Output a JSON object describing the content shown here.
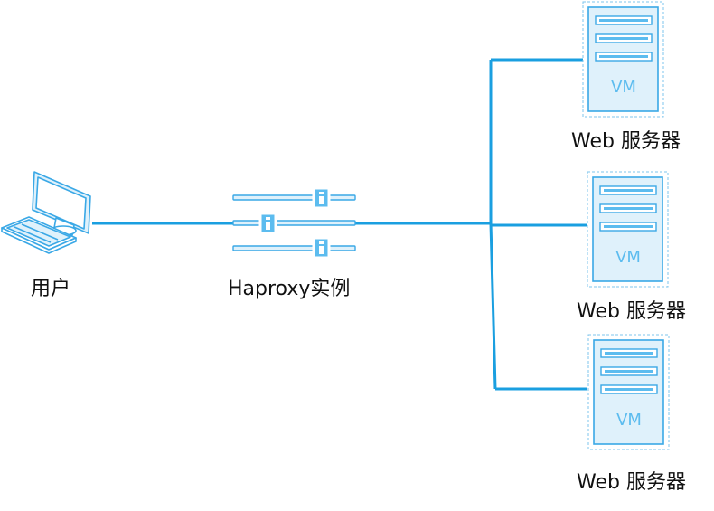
{
  "colors": {
    "line": "#1a9fe0",
    "icon_stroke": "#3aa8e6",
    "icon_fill": "#dff1fb",
    "vm_text": "#5cbcef",
    "text": "#111111"
  },
  "nodes": {
    "user": {
      "label": "用户",
      "icon": "desktop-computer-icon"
    },
    "haproxy": {
      "label": "Haproxy实例",
      "icon": "load-balancer-icon"
    },
    "servers": [
      {
        "label": "Web 服务器",
        "vm_text": "VM",
        "icon": "server-rack-icon"
      },
      {
        "label": "Web 服务器",
        "vm_text": "VM",
        "icon": "server-rack-icon"
      },
      {
        "label": "Web 服务器",
        "vm_text": "VM",
        "icon": "server-rack-icon"
      }
    ]
  }
}
